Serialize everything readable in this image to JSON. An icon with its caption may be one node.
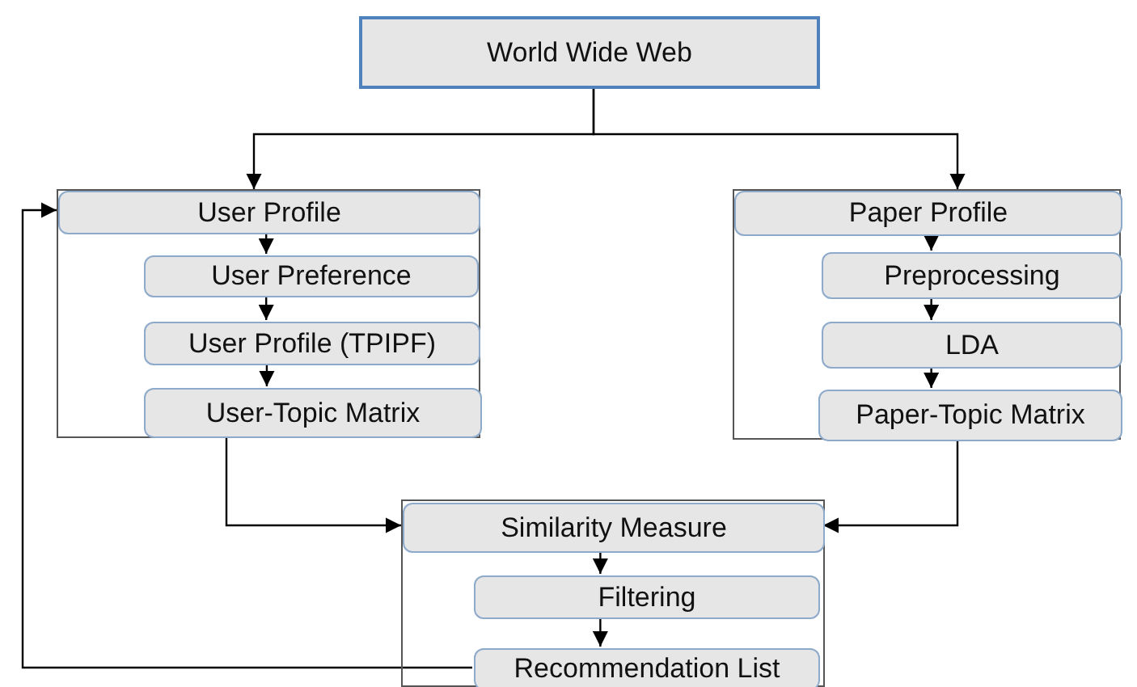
{
  "diagram": {
    "nodes": [
      {
        "text": [
          "World Wide Web"
        ]
      },
      {
        "text": [],
        "shape": "box"
      },
      {
        "text": [
          "User Profile"
        ],
        "in": 1
      },
      {
        "text": [
          "User Preference"
        ],
        "in": 1
      },
      {
        "text": [
          "User Profile (TPIPF)"
        ],
        "in": 1
      },
      {
        "text": [
          "User-Topic Matrix"
        ],
        "in": 1
      },
      {
        "text": [],
        "shape": "box"
      },
      {
        "text": [
          "Paper Profile"
        ],
        "in": 6
      },
      {
        "text": [
          "Preprocessing"
        ],
        "in": 6
      },
      {
        "text": [
          "LDA"
        ],
        "in": 6
      },
      {
        "text": [
          "Paper-Topic Matrix"
        ],
        "in": 6
      },
      {
        "text": [],
        "shape": "box"
      },
      {
        "text": [
          "Similarity Measure"
        ],
        "in": 11
      },
      {
        "text": [
          "Filtering"
        ],
        "in": 11
      },
      {
        "text": [
          "Recommendation List"
        ],
        "in": 11
      }
    ],
    "edges": [
      {
        "from": 0,
        "to": 2,
        "arrow": "to"
      },
      {
        "from": 0,
        "to": 7,
        "arrow": "to"
      },
      {
        "from": 2,
        "to": 3,
        "arrow": "to"
      },
      {
        "from": 3,
        "to": 4,
        "arrow": "to"
      },
      {
        "from": 4,
        "to": 5,
        "arrow": "to"
      },
      {
        "from": 7,
        "to": 8,
        "arrow": "to"
      },
      {
        "from": 8,
        "to": 9,
        "arrow": "to"
      },
      {
        "from": 9,
        "to": 10,
        "arrow": "to"
      },
      {
        "from": 1,
        "to": 12,
        "arrow": "to"
      },
      {
        "from": 6,
        "to": 12,
        "arrow": "to"
      },
      {
        "from": 12,
        "to": 13,
        "arrow": "to"
      },
      {
        "from": 13,
        "to": 14,
        "arrow": "to"
      },
      {
        "from": 14,
        "to": 2,
        "arrow": "to"
      }
    ]
  }
}
